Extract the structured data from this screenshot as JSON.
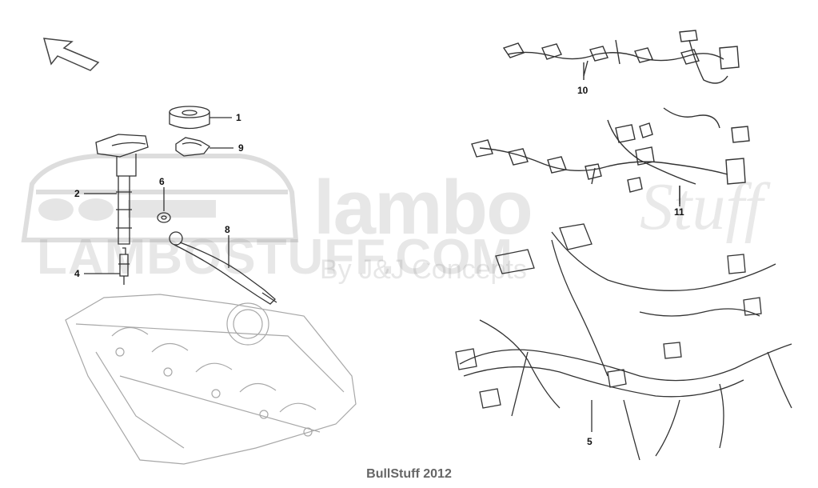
{
  "watermark": {
    "brand_main": "LAMBOSTUFF.COM",
    "brand_sub": "By J&J Concepts",
    "logo_word": "lambo",
    "logo_script": "Stuff"
  },
  "callouts": {
    "c1": "1",
    "c2": "2",
    "c4": "4",
    "c5": "5",
    "c6": "6",
    "c8": "8",
    "c9": "9",
    "c10": "10",
    "c11": "11"
  },
  "footer": {
    "text": "BullStuff 2012"
  },
  "colors": {
    "line": "#333333",
    "faint_line": "#9a9a9a",
    "watermark": "#787878"
  }
}
